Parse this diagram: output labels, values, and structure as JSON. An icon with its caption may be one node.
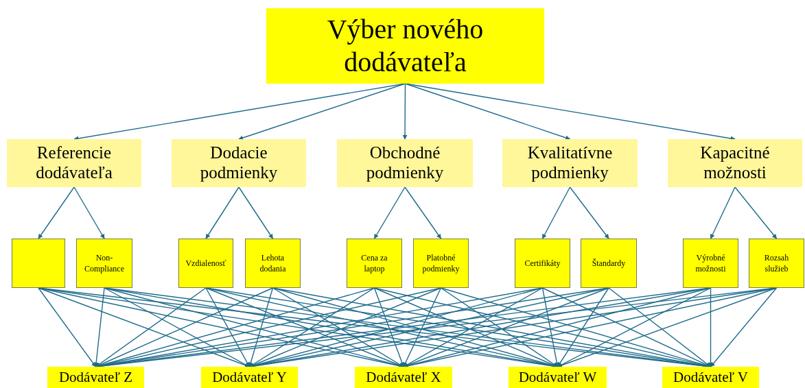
{
  "diagram": {
    "nodes": [
      {
        "text": [
          "Výber nového dodávateľa"
        ]
      },
      {
        "text": [
          "Referencie dodávateľa"
        ]
      },
      {
        "text": [
          "Dodacie podmienky"
        ]
      },
      {
        "text": [
          "Obchodné podmienky"
        ]
      },
      {
        "text": [
          "Kvalitatívne podmienky"
        ]
      },
      {
        "text": [
          "Kapacitné možnosti"
        ]
      },
      {
        "text": [],
        "shape": "box"
      },
      {
        "text": [
          "Non-Compliance"
        ]
      },
      {
        "text": [
          "Vzdialenosť"
        ]
      },
      {
        "text": [
          "Lehota dodania"
        ]
      },
      {
        "text": [
          "Cena za laptop"
        ]
      },
      {
        "text": [
          "Platobné podmienky"
        ]
      },
      {
        "text": [
          "Certifikáty"
        ]
      },
      {
        "text": [
          "Štandardy"
        ]
      },
      {
        "text": [
          "Výrobné možnosti"
        ]
      },
      {
        "text": [
          "Rozsah služieb"
        ]
      },
      {
        "text": [
          "Dodávateľ Z"
        ]
      },
      {
        "text": [
          "Dodávateľ Y"
        ]
      },
      {
        "text": [
          "Dodávateľ X"
        ]
      },
      {
        "text": [
          "Dodávateľ W"
        ]
      },
      {
        "text": [
          "Dodávateľ V"
        ]
      }
    ],
    "edges": [
      {
        "from": 0,
        "to": 1,
        "arrow": "to"
      },
      {
        "from": 0,
        "to": 2,
        "arrow": "to"
      },
      {
        "from": 0,
        "to": 3,
        "arrow": "to"
      },
      {
        "from": 0,
        "to": 4,
        "arrow": "to"
      },
      {
        "from": 0,
        "to": 5,
        "arrow": "to"
      },
      {
        "from": 1,
        "to": 6,
        "arrow": "to"
      },
      {
        "from": 1,
        "to": 7,
        "arrow": "to"
      },
      {
        "from": 2,
        "to": 8,
        "arrow": "to"
      },
      {
        "from": 2,
        "to": 9,
        "arrow": "to"
      },
      {
        "from": 3,
        "to": 10,
        "arrow": "to"
      },
      {
        "from": 3,
        "to": 11,
        "arrow": "to"
      },
      {
        "from": 4,
        "to": 12,
        "arrow": "to"
      },
      {
        "from": 4,
        "to": 13,
        "arrow": "to"
      },
      {
        "from": 5,
        "to": 14,
        "arrow": "to"
      },
      {
        "from": 5,
        "to": 15,
        "arrow": "to"
      },
      {
        "from": 6,
        "to": 16,
        "arrow": "to"
      },
      {
        "from": 6,
        "to": 17,
        "arrow": "to"
      },
      {
        "from": 6,
        "to": 18,
        "arrow": "to"
      },
      {
        "from": 6,
        "to": 19,
        "arrow": "to"
      },
      {
        "from": 6,
        "to": 20,
        "arrow": "to"
      },
      {
        "from": 7,
        "to": 16,
        "arrow": "to"
      },
      {
        "from": 7,
        "to": 17,
        "arrow": "to"
      },
      {
        "from": 7,
        "to": 18,
        "arrow": "to"
      },
      {
        "from": 7,
        "to": 19,
        "arrow": "to"
      },
      {
        "from": 7,
        "to": 20,
        "arrow": "to"
      },
      {
        "from": 8,
        "to": 16,
        "arrow": "to"
      },
      {
        "from": 8,
        "to": 17,
        "arrow": "to"
      },
      {
        "from": 8,
        "to": 18,
        "arrow": "to"
      },
      {
        "from": 8,
        "to": 19,
        "arrow": "to"
      },
      {
        "from": 8,
        "to": 20,
        "arrow": "to"
      },
      {
        "from": 9,
        "to": 16,
        "arrow": "to"
      },
      {
        "from": 9,
        "to": 17,
        "arrow": "to"
      },
      {
        "from": 9,
        "to": 18,
        "arrow": "to"
      },
      {
        "from": 9,
        "to": 19,
        "arrow": "to"
      },
      {
        "from": 9,
        "to": 20,
        "arrow": "to"
      },
      {
        "from": 10,
        "to": 16,
        "arrow": "to"
      },
      {
        "from": 10,
        "to": 17,
        "arrow": "to"
      },
      {
        "from": 10,
        "to": 18,
        "arrow": "to"
      },
      {
        "from": 10,
        "to": 19,
        "arrow": "to"
      },
      {
        "from": 10,
        "to": 20,
        "arrow": "to"
      },
      {
        "from": 11,
        "to": 16,
        "arrow": "to"
      },
      {
        "from": 11,
        "to": 17,
        "arrow": "to"
      },
      {
        "from": 11,
        "to": 18,
        "arrow": "to"
      },
      {
        "from": 11,
        "to": 19,
        "arrow": "to"
      },
      {
        "from": 11,
        "to": 20,
        "arrow": "to"
      },
      {
        "from": 12,
        "to": 16,
        "arrow": "to"
      },
      {
        "from": 12,
        "to": 17,
        "arrow": "to"
      },
      {
        "from": 12,
        "to": 18,
        "arrow": "to"
      },
      {
        "from": 12,
        "to": 19,
        "arrow": "to"
      },
      {
        "from": 12,
        "to": 20,
        "arrow": "to"
      },
      {
        "from": 13,
        "to": 16,
        "arrow": "to"
      },
      {
        "from": 13,
        "to": 17,
        "arrow": "to"
      },
      {
        "from": 13,
        "to": 18,
        "arrow": "to"
      },
      {
        "from": 13,
        "to": 19,
        "arrow": "to"
      },
      {
        "from": 13,
        "to": 20,
        "arrow": "to"
      },
      {
        "from": 14,
        "to": 16,
        "arrow": "to"
      },
      {
        "from": 14,
        "to": 17,
        "arrow": "to"
      },
      {
        "from": 14,
        "to": 18,
        "arrow": "to"
      },
      {
        "from": 14,
        "to": 19,
        "arrow": "to"
      },
      {
        "from": 14,
        "to": 20,
        "arrow": "to"
      },
      {
        "from": 15,
        "to": 16,
        "arrow": "to"
      },
      {
        "from": 15,
        "to": 17,
        "arrow": "to"
      },
      {
        "from": 15,
        "to": 18,
        "arrow": "to"
      },
      {
        "from": 15,
        "to": 19,
        "arrow": "to"
      },
      {
        "from": 15,
        "to": 20,
        "arrow": "to"
      }
    ]
  }
}
